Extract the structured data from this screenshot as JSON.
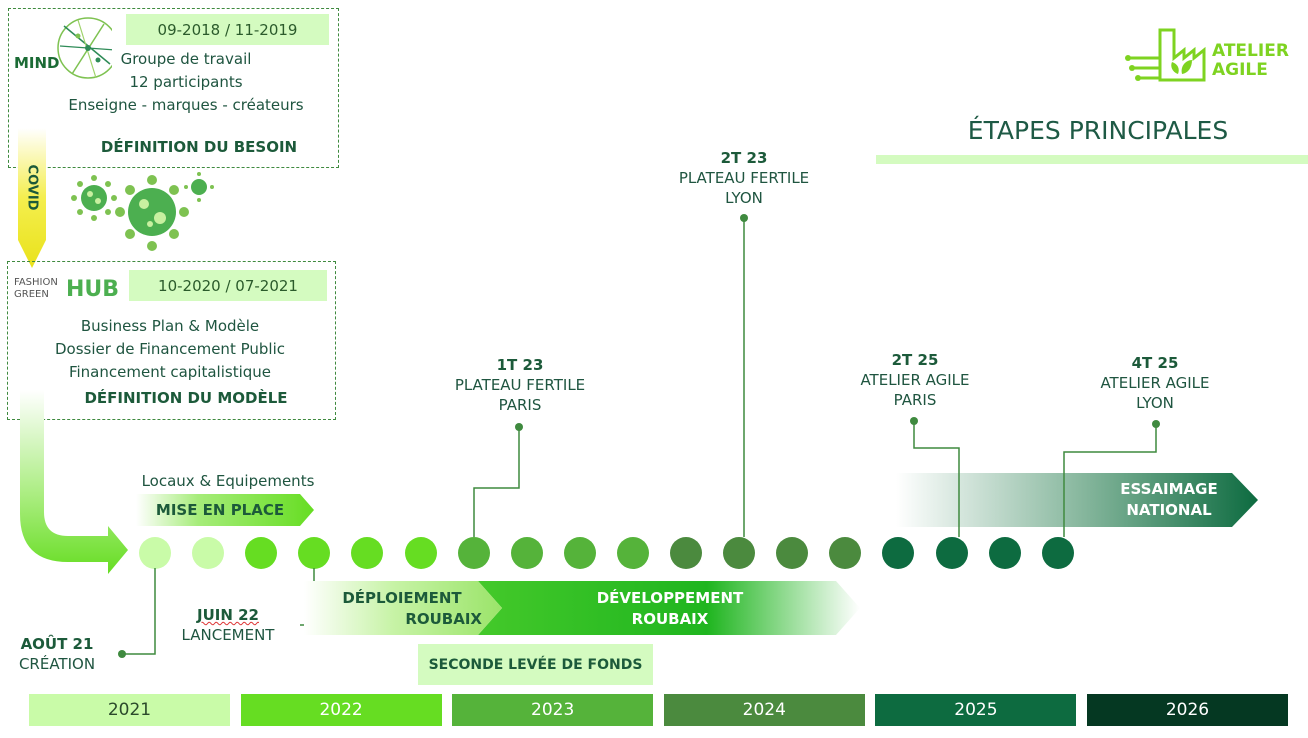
{
  "logo": {
    "line1": "ATELIER",
    "line2": "AGILE"
  },
  "title": "ÉTAPES PRINCIPALES",
  "phase1": {
    "org": "MIND",
    "dates": "09-2018 / 11-2019",
    "lines": [
      "Groupe de travail",
      "12 participants",
      "Enseigne - marques - créateurs"
    ],
    "heading": "DÉFINITION DU BESOIN"
  },
  "covid": "COVID",
  "phase2": {
    "org_small1": "FASHION",
    "org_small2": "GREEN",
    "org_big": "HUB",
    "dates": "10-2020 / 07-2021",
    "lines": [
      "Business Plan & Modèle",
      "Dossier de Financement Public",
      "Financement capitalistique"
    ],
    "heading": "DÉFINITION DU MODÈLE"
  },
  "setup": {
    "caption": "Locaux & Equipements",
    "label": "MISE EN PLACE"
  },
  "milestones": {
    "m1": {
      "when": "1T 23",
      "l1": "PLATEAU FERTILE",
      "l2": "PARIS"
    },
    "m2": {
      "when": "2T 23",
      "l1": "PLATEAU FERTILE",
      "l2": "LYON"
    },
    "m3": {
      "when": "2T 25",
      "l1": "ATELIER AGILE",
      "l2": "PARIS"
    },
    "m4": {
      "when": "4T 25",
      "l1": "ATELIER AGILE",
      "l2": "LYON"
    },
    "creation": {
      "when": "AOÛT 21",
      "label": "CRÉATION"
    },
    "launch": {
      "when": "JUIN 22",
      "label": "LANCEMENT"
    }
  },
  "essaimage": {
    "l1": "ESSAIMAGE",
    "l2": "NATIONAL"
  },
  "deploiement": {
    "l1": "DÉPLOIEMENT",
    "l2": "ROUBAIX"
  },
  "developpement": {
    "l1": "DÉVELOPPEMENT",
    "l2": "ROUBAIX"
  },
  "funding": "SECONDE LEVÉE DE FONDS",
  "years": [
    {
      "label": "2021",
      "color": "#c9fba8",
      "text": "#2b4a2b"
    },
    {
      "label": "2022",
      "color": "#66dd22",
      "text": "#ffffff"
    },
    {
      "label": "2023",
      "color": "#55b33a",
      "text": "#ffffff"
    },
    {
      "label": "2024",
      "color": "#4b8a3e",
      "text": "#ffffff"
    },
    {
      "label": "2025",
      "color": "#0d6b40",
      "text": "#ffffff"
    },
    {
      "label": "2026",
      "color": "#053822",
      "text": "#ffffff"
    }
  ],
  "dot_colors": [
    "#c9fba8",
    "#c9fba8",
    "#66dd22",
    "#66dd22",
    "#66dd22",
    "#66dd22",
    "#55b33a",
    "#55b33a",
    "#55b33a",
    "#55b33a",
    "#4b8a3e",
    "#4b8a3e",
    "#4b8a3e",
    "#4b8a3e",
    "#0d6b40",
    "#0d6b40",
    "#0d6b40",
    "#0d6b40"
  ]
}
